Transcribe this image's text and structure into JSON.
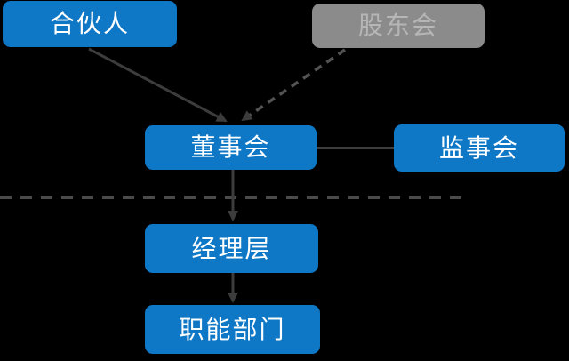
{
  "diagram": {
    "type": "org-chart",
    "background": "#000000",
    "colors": {
      "node_blue": "#0e78c6",
      "node_gray": "#8b8b8b",
      "text_white": "#ffffff",
      "text_gray": "#b6b6b6",
      "line_solid": "#3c3c3c",
      "line_dashed": "#535353",
      "line_divider": "#4b4b4b"
    },
    "nodes": [
      {
        "id": "partner",
        "label": "合伙人",
        "style": "blue"
      },
      {
        "id": "shareholders-meeting",
        "label": "股东会",
        "style": "gray"
      },
      {
        "id": "board-of-directors",
        "label": "董事会",
        "style": "blue"
      },
      {
        "id": "supervisory-board",
        "label": "监事会",
        "style": "blue"
      },
      {
        "id": "management-level",
        "label": "经理层",
        "style": "blue"
      },
      {
        "id": "functional-departments",
        "label": "职能部门",
        "style": "blue"
      }
    ],
    "edges": [
      {
        "from": "partner",
        "to": "board-of-directors",
        "style": "solid",
        "arrow": true
      },
      {
        "from": "shareholders-meeting",
        "to": "board-of-directors",
        "style": "dashed",
        "arrow": true
      },
      {
        "from": "board-of-directors",
        "to": "supervisory-board",
        "style": "solid",
        "arrow": false
      },
      {
        "from": "board-of-directors",
        "to": "management-level",
        "style": "solid",
        "arrow": true
      },
      {
        "from": "management-level",
        "to": "functional-departments",
        "style": "solid",
        "arrow": true
      }
    ],
    "divider": {
      "style": "dashed",
      "orientation": "horizontal"
    }
  }
}
